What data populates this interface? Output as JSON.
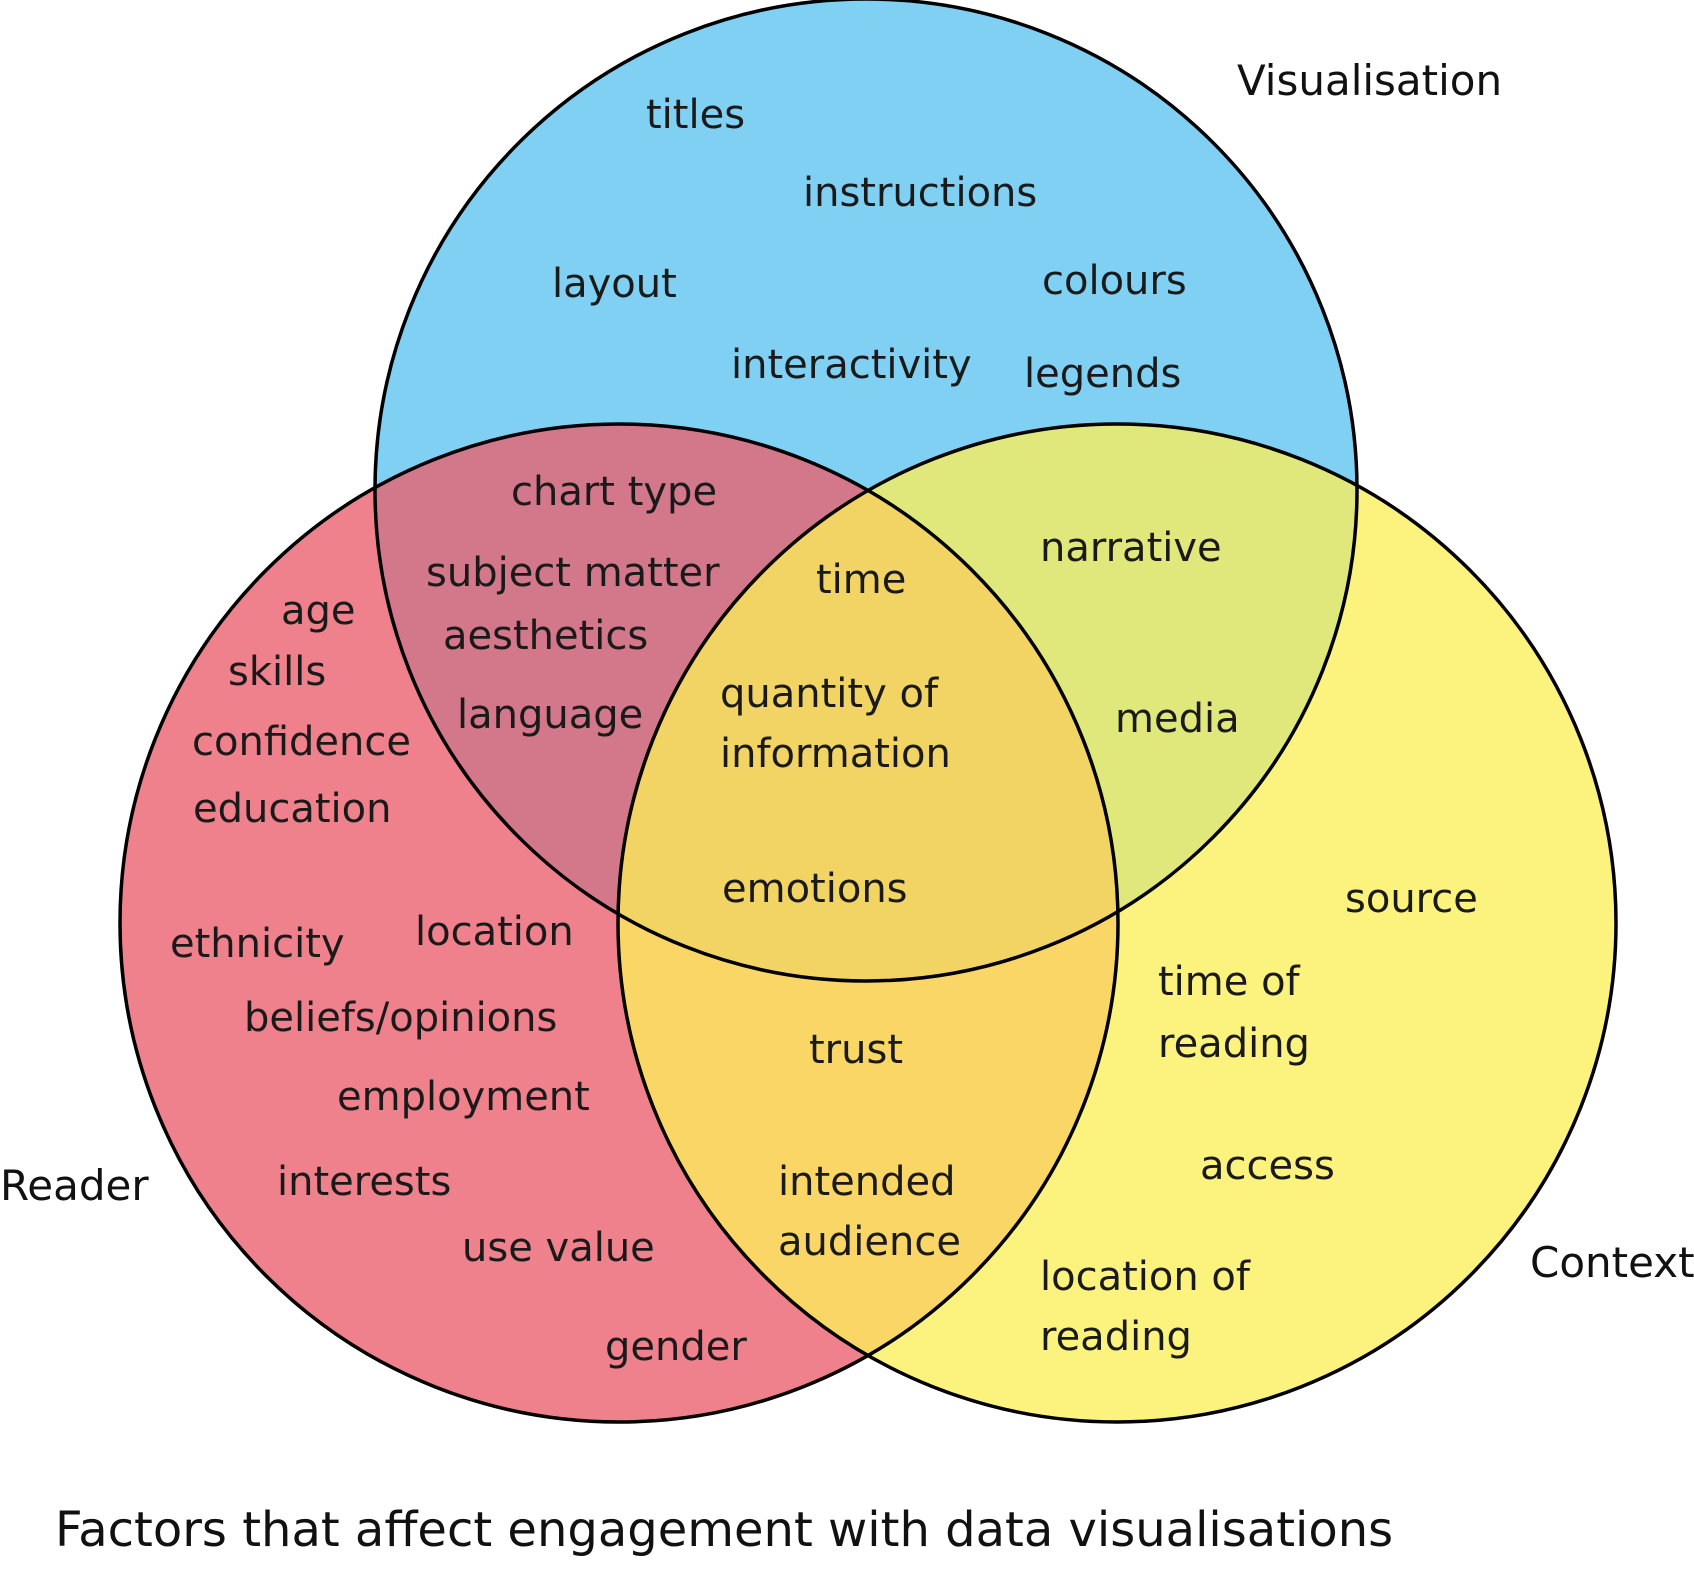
{
  "caption": "Factors that affect engagement with data visualisations",
  "colors": {
    "visualisation": "#5bc3f0",
    "reader": "#eb5d6b",
    "context": "#fbee5a",
    "outline": "#000000"
  },
  "sets": {
    "visualisation": {
      "label": "Visualisation",
      "items": [
        "titles",
        "instructions",
        "layout",
        "colours",
        "interactivity",
        "legends"
      ]
    },
    "reader": {
      "label": "Reader",
      "items": [
        "age",
        "skills",
        "confidence",
        "education",
        "ethnicity",
        "location",
        "beliefs/opinions",
        "employment",
        "interests",
        "use value",
        "gender"
      ]
    },
    "context": {
      "label": "Context",
      "items": [
        "source",
        "time of reading",
        "access",
        "location of reading"
      ]
    }
  },
  "intersections": {
    "visualisation_reader": [
      "chart type",
      "subject matter",
      "aesthetics",
      "language"
    ],
    "visualisation_context": [
      "narrative",
      "media"
    ],
    "reader_context": [
      "trust",
      "intended audience"
    ],
    "all": [
      "time",
      "quantity of information",
      "emotions"
    ]
  }
}
